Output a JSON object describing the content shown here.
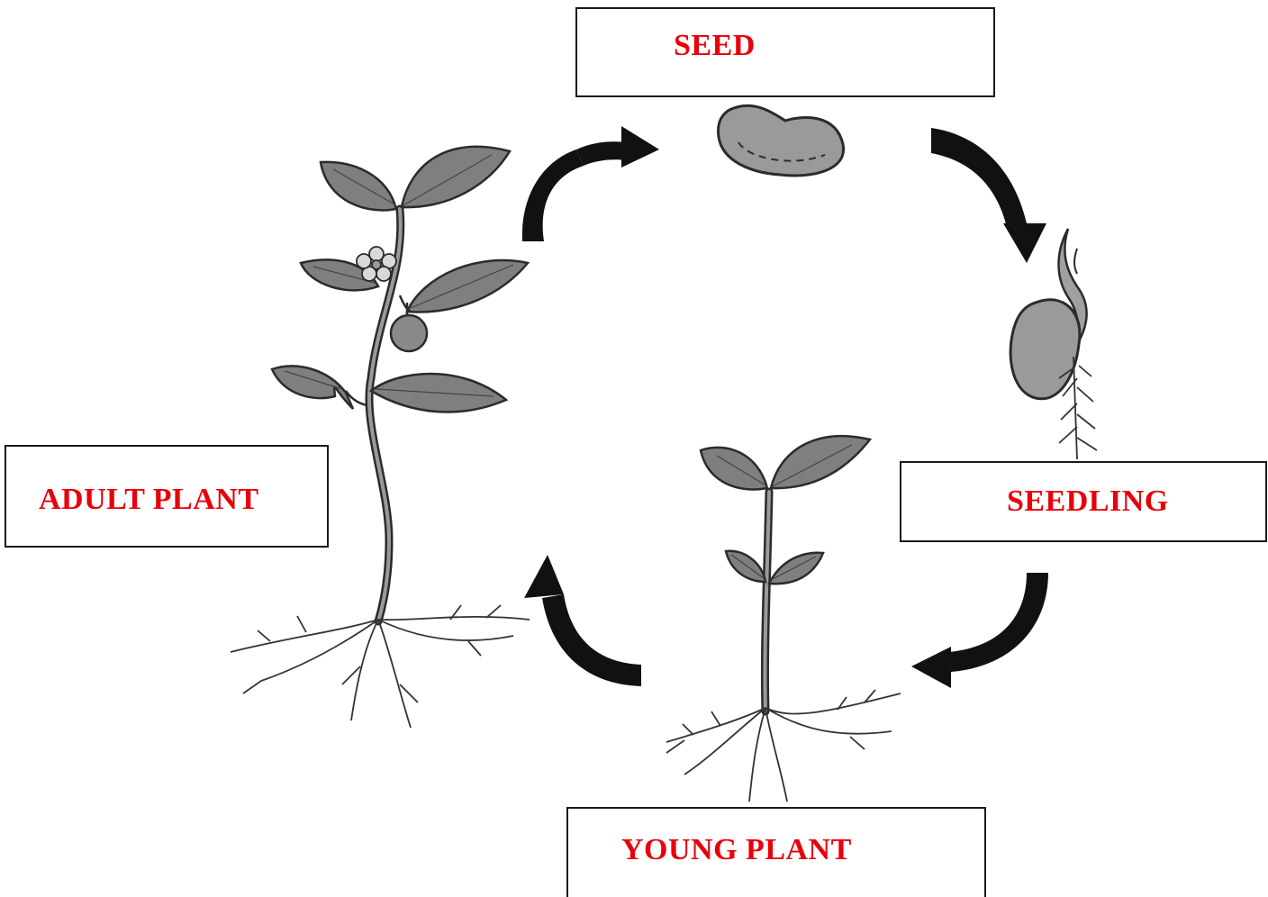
{
  "stages": {
    "seed": {
      "label": "SEED"
    },
    "seedling": {
      "label": "SEEDLING"
    },
    "young_plant": {
      "label": "YOUNG PLANT"
    },
    "adult_plant": {
      "label": "ADULT PLANT"
    }
  },
  "colors": {
    "label": "#e8000b",
    "box_border": "#1a1a1a",
    "arrow": "#111111",
    "leaf_fill": "#7f7f7f",
    "seed_fill": "#9a9a9a",
    "outline": "#2b2b2b"
  },
  "cycle_order": [
    "seed",
    "seedling",
    "young_plant",
    "adult_plant"
  ]
}
